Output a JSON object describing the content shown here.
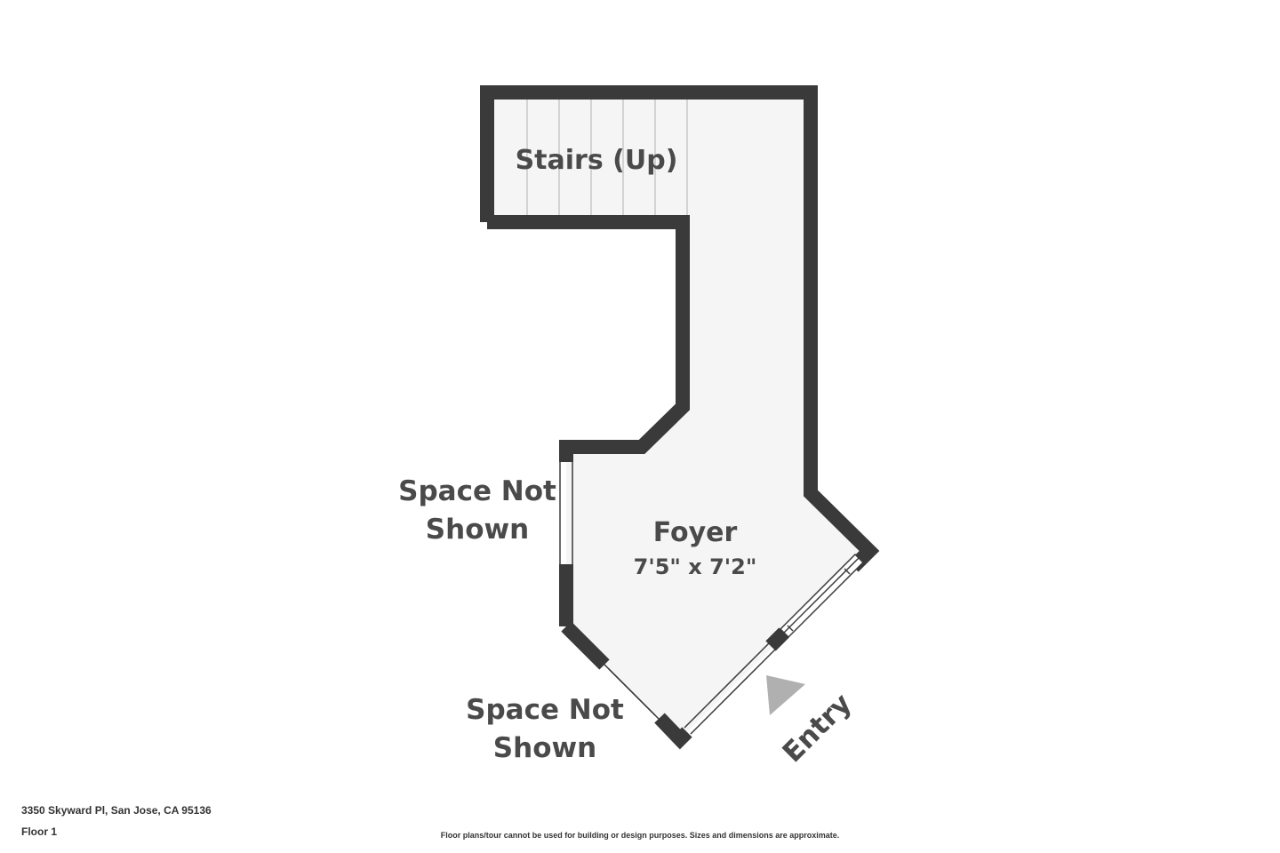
{
  "rooms": {
    "stairs": {
      "name": "Stairs (Up)"
    },
    "foyer": {
      "name": "Foyer",
      "dimensions": "7'5\" x 7'2\""
    },
    "space_not_shown_left": {
      "line1": "Space Not",
      "line2": "Shown"
    },
    "space_not_shown_bottom": {
      "line1": "Space Not",
      "line2": "Shown"
    },
    "entry": {
      "label": "Entry"
    }
  },
  "footer": {
    "address": "3350 Skyward Pl, San Jose, CA 95136",
    "floor": "Floor 1",
    "disclaimer": "Floor plans/tour cannot be used for building or design purposes. Sizes and dimensions are approximate."
  },
  "colors": {
    "wall": "#3a3a3a",
    "floor": "#f5f5f5",
    "text": "#4a4a4a",
    "entry_arrow": "#b0b0b0"
  },
  "icons": {
    "entry_marker": "triangle-arrow-icon"
  }
}
